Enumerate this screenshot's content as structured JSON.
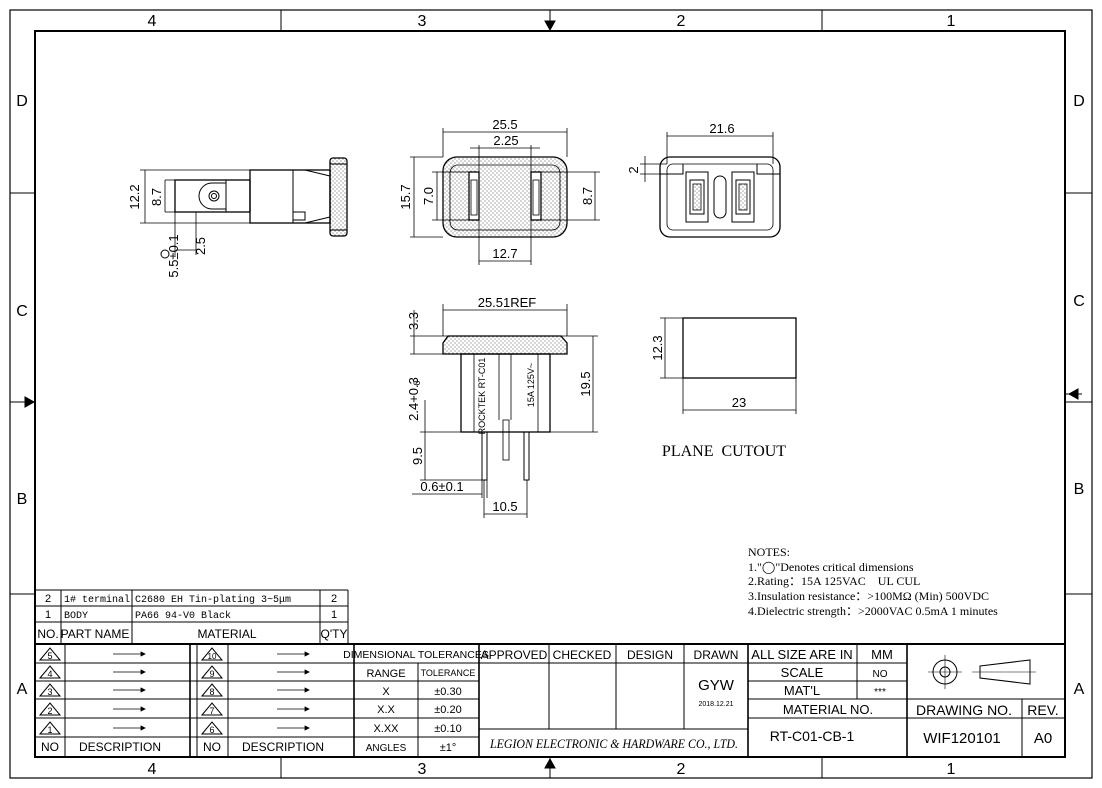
{
  "frame": {
    "col_labels_top": [
      "4",
      "3",
      "2",
      "1"
    ],
    "col_labels_bottom": [
      "4",
      "3",
      "2",
      "1"
    ],
    "row_labels_left": [
      "D",
      "C",
      "B",
      "A"
    ],
    "row_labels_right": [
      "D",
      "C",
      "B",
      "A"
    ]
  },
  "views": {
    "side": {
      "dims": [
        "12.2",
        "8.7",
        "5.5±0.1",
        "2.5"
      ]
    },
    "front": {
      "dims": [
        "25.5",
        "2.25",
        "15.7",
        "7.0",
        "8.7",
        "12.7"
      ]
    },
    "back": {
      "dims": [
        "21.6",
        "2"
      ]
    },
    "section": {
      "dims": [
        "25.51REF",
        "3.3",
        "2.4+0.3",
        "0",
        "19.5",
        "9.5",
        "0.6±0.1",
        "10.5"
      ],
      "body_marks": [
        "ROCKTEK  RT-C01",
        "15A  125V~"
      ]
    },
    "cutout": {
      "dims": [
        "12.3",
        "23"
      ],
      "caption": "PLANE  CUTOUT"
    }
  },
  "notes": {
    "title": "NOTES:",
    "lines": [
      "1.\"◯\"Denotes critical dimensions",
      "2.Rating：15A 125VAC    UL CUL",
      "3.Insulation resistance：>100MΩ (Min) 500VDC",
      "4.Dielectric strength：>2000VAC 0.5mA 1 minutes"
    ]
  },
  "bom": {
    "headers": [
      "NO.",
      "PART NAME",
      "MATERIAL",
      "Q'TY"
    ],
    "rows": [
      {
        "no": "2",
        "name": "1# terminal",
        "material": "C2680 EH Tin-plating 3~5μm",
        "qty": "2"
      },
      {
        "no": "1",
        "name": "BODY",
        "material": "PA66 94-V0 Black",
        "qty": "1"
      }
    ]
  },
  "revisions": {
    "headers": [
      "NO",
      "DESCRIPTION",
      "NO",
      "DESCRIPTION"
    ],
    "left_nos": [
      "5",
      "4",
      "3",
      "2",
      "1"
    ],
    "right_nos": [
      "10",
      "9",
      "8",
      "7",
      "6"
    ]
  },
  "tolerances": {
    "title": "DIMENSIONAL TOLERANCES",
    "headers": [
      "RANGE",
      "TOLERANCE"
    ],
    "rows": [
      {
        "range": "X",
        "tol": "±0.30"
      },
      {
        "range": "X.X",
        "tol": "±0.20"
      },
      {
        "range": "X.XX",
        "tol": "±0.10"
      },
      {
        "range": "ANGLES",
        "tol": "±1°"
      }
    ]
  },
  "approval": {
    "headers": [
      "APPROVED",
      "CHECKED",
      "DESIGN",
      "DRAWN"
    ],
    "drawn_by": "GYW",
    "drawn_date": "2018.12.21",
    "company": "LEGION ELECTRONIC & HARDWARE CO., LTD."
  },
  "info": {
    "size_label": "ALL SIZE ARE IN",
    "size_value": "MM",
    "scale_label": "SCALE",
    "scale_value": "NO",
    "matl_label": "MAT'L",
    "matl_value": "***",
    "material_no_label": "MATERIAL NO.",
    "material_no": "RT-C01-CB-1",
    "drawing_no_label": "DRAWING NO.",
    "drawing_no": "WIF120101",
    "rev_label": "REV.",
    "rev": "A0"
  }
}
